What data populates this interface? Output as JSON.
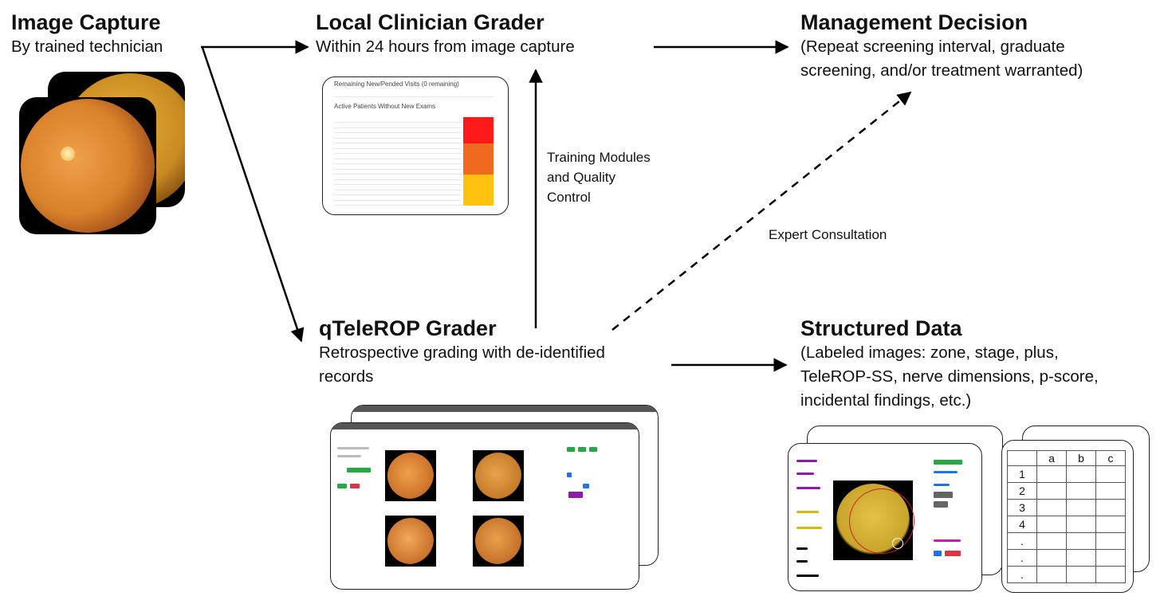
{
  "nodes": {
    "image_capture": {
      "title": "Image Capture",
      "subtitle": "By trained technician"
    },
    "local_grader": {
      "title": "Local Clinician Grader",
      "subtitle": "Within 24 hours from image capture"
    },
    "management": {
      "title": "Management Decision",
      "subtitle_lines": [
        "(Repeat screening interval, graduate",
        "screening, and/or treatment warranted)"
      ]
    },
    "qtelerop": {
      "title": "qTeleROP Grader",
      "subtitle_lines": [
        "Retrospective grading with de-identified",
        "records"
      ]
    },
    "structured": {
      "title": "Structured Data",
      "subtitle_lines": [
        "(Labeled images: zone, stage, plus,",
        "TeleROP-SS, nerve dimensions, p-score,",
        "incidental findings, etc.)"
      ]
    }
  },
  "edge_labels": {
    "training": [
      "Training Modules",
      "and Quality",
      "Control"
    ],
    "expert": "Expert Consultation"
  },
  "dashboard_mini": {
    "heading": "Remaining New/Pended Visits (0 remaining)",
    "section": "Active Patients Without New Exams"
  },
  "spreadsheet": {
    "columns": [
      "a",
      "b",
      "c"
    ],
    "rows": [
      "1",
      "2",
      "3",
      "4",
      ".",
      ".",
      "."
    ]
  },
  "colors": {
    "fundus_orange": "#d9822b",
    "severity_red": "#ff1a1a",
    "severity_orange": "#f06a1e",
    "severity_yellow": "#ffc20e"
  }
}
